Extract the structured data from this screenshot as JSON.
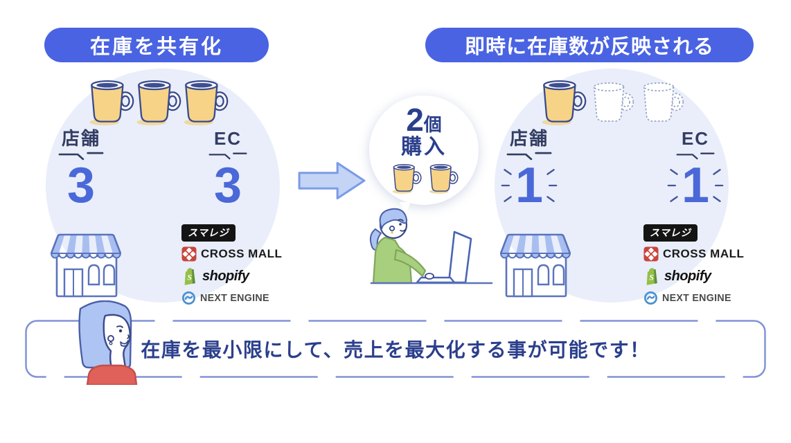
{
  "header": {
    "left_badge": "在庫を共有化",
    "right_badge": "即時に在庫数が反映される"
  },
  "before": {
    "store_label": "店舗",
    "store_count": "3",
    "ec_label": "EC",
    "ec_count": "3",
    "mugs_shown": 3
  },
  "purchase": {
    "count": "2",
    "unit": "個",
    "action": "購入",
    "mugs_shown": 2
  },
  "after": {
    "store_label": "店舗",
    "store_count": "1",
    "ec_label": "EC",
    "ec_count": "1",
    "solid_mugs_shown": 1,
    "dashed_mugs_shown": 2
  },
  "services": {
    "smaregi": "スマレジ",
    "crossmall": "CROSS MALL",
    "shopify": "shopify",
    "nextengine": "NEXT ENGINE"
  },
  "footer": {
    "message": "在庫を最小限にして、売上を最大化する事が可能です！"
  },
  "icons": {
    "mug": "mug-icon (yellow coffee mug)",
    "mug_outline": "mug-outline-icon (dashed empty mug)",
    "storefront": "storefront-icon (shop with striped awning)",
    "arrow_right": "arrow-right-icon",
    "sparkle": "sparkle-emphasis-icon",
    "speech_bubble": "speech-bubble",
    "woman_laptop": "woman-at-laptop-illustration",
    "woman_guide": "woman-guide-illustration",
    "smaregi_logo": "smaregi-logo-badge",
    "crossmall_logo": "crossmall-logo (red clover square)",
    "shopify_logo": "shopify-logo (green bag)",
    "nextengine_logo": "nextengine-logo (blue swirl)"
  },
  "colors": {
    "badge_bg": "#4A63E2",
    "circle_bg": "#E9EEFA",
    "number_blue": "#4A68D8",
    "label_navy": "#333D63",
    "text_navy": "#2B3F8C",
    "mug_yellow": "#F6D387",
    "outline_navy": "#3A4A8C",
    "arrow_fill": "#C3D4F5",
    "box_border": "#8193D6",
    "crossmall_red": "#C8453C",
    "shopify_green": "#95BF47",
    "nextengine_blue": "#4A90D0",
    "hair_blue": "#AEC4F2",
    "sweater_green": "#A8CF7E",
    "top_red": "#E0605A"
  }
}
